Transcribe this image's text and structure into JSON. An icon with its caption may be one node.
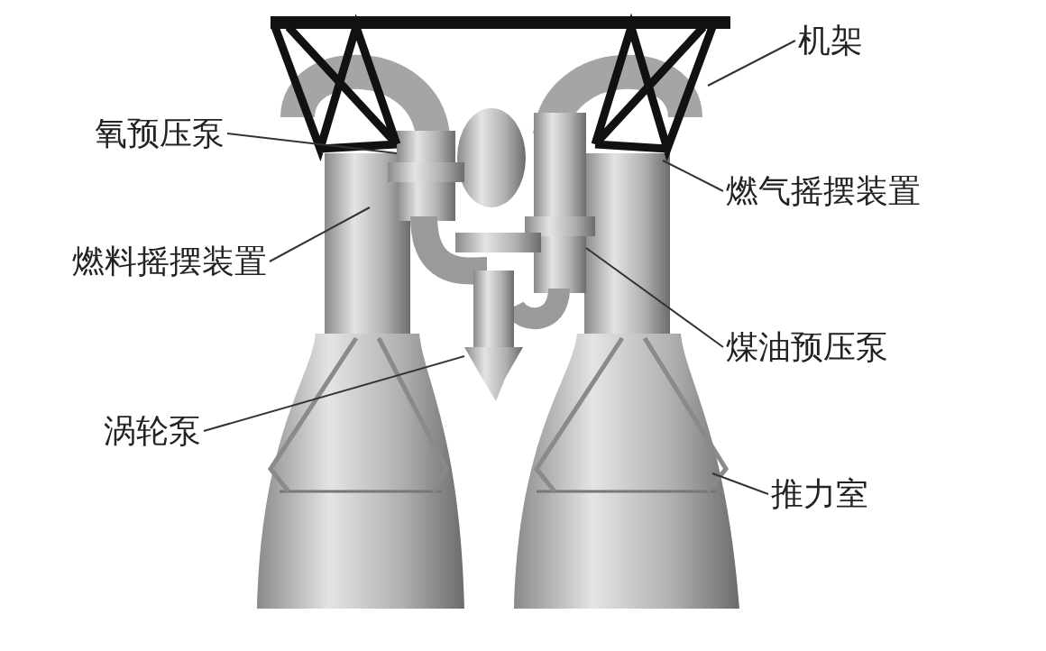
{
  "diagram": {
    "nodes": [
      {
        "text": [
          "机架"
        ]
      },
      {
        "text": [
          "氧预压泵"
        ]
      },
      {
        "text": [
          "燃气摇摆装置"
        ]
      },
      {
        "text": [
          "燃料摇摆装置"
        ]
      },
      {
        "text": [
          "煤油预压泵"
        ]
      },
      {
        "text": [
          "涡轮泵"
        ]
      },
      {
        "text": [
          "推力室"
        ]
      }
    ],
    "edges": [
      {
        "from": 0,
        "to": null,
        "arrow": "none"
      },
      {
        "from": 1,
        "to": null,
        "arrow": "none"
      },
      {
        "from": 2,
        "to": null,
        "arrow": "none"
      },
      {
        "from": 3,
        "to": null,
        "arrow": "none"
      },
      {
        "from": 4,
        "to": null,
        "arrow": "none"
      },
      {
        "from": 5,
        "to": null,
        "arrow": "none"
      },
      {
        "from": 6,
        "to": null,
        "arrow": "none"
      }
    ]
  }
}
